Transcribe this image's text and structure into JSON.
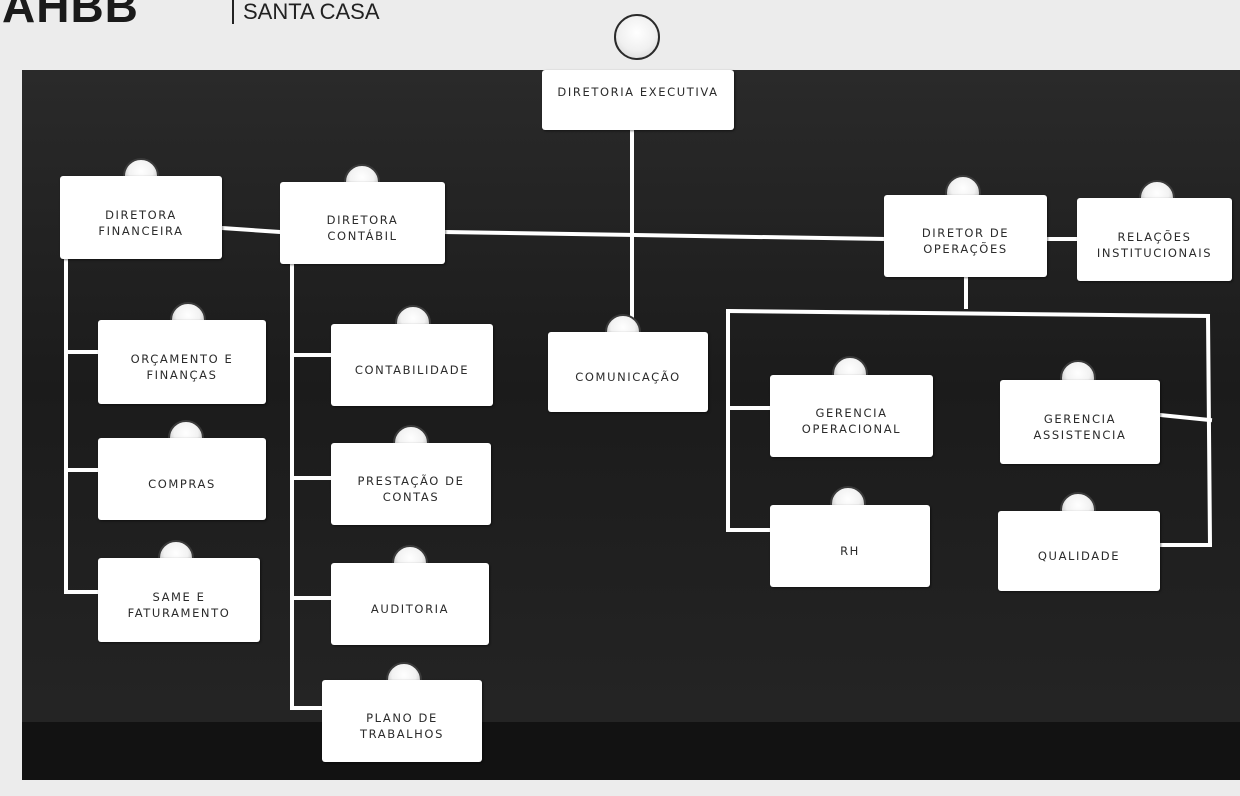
{
  "logo": {
    "mark": "AHBB",
    "subtitle": "SANTA CASA"
  },
  "colors": {
    "background": "#ececec",
    "board": "#222222",
    "box": "#ffffff",
    "line": "#ffffff",
    "text": "#2b2b2b"
  },
  "org_chart": {
    "nodes": [
      {
        "id": "diretoria-executiva",
        "label": "DIRETORIA EXECUTIVA"
      },
      {
        "id": "diretora-financeira",
        "label": "DIRETORA\nFINANCEIRA"
      },
      {
        "id": "diretora-contabil",
        "label": "DIRETORA\nCONTÁBIL"
      },
      {
        "id": "diretor-operacoes",
        "label": "DIRETOR DE\nOPERAÇÕES"
      },
      {
        "id": "relacoes-institucionais",
        "label": "RELAÇÕES\nINSTITUCIONAIS"
      },
      {
        "id": "orcamento-financas",
        "label": "ORÇAMENTO E\nFINANÇAS"
      },
      {
        "id": "compras",
        "label": "COMPRAS"
      },
      {
        "id": "same-faturamento",
        "label": "SAME E\nFATURAMENTO"
      },
      {
        "id": "contabilidade",
        "label": "CONTABILIDADE"
      },
      {
        "id": "prestacao-contas",
        "label": "PRESTAÇÃO DE\nCONTAS"
      },
      {
        "id": "auditoria",
        "label": "AUDITORIA"
      },
      {
        "id": "plano-trabalhos",
        "label": "PLANO DE\nTRABALHOS"
      },
      {
        "id": "comunicacao",
        "label": "COMUNICAÇÃO"
      },
      {
        "id": "gerencia-operacional",
        "label": "GERENCIA\nOPERACIONAL"
      },
      {
        "id": "gerencia-assistencia",
        "label": "GERENCIA\nASSISTENCIA"
      },
      {
        "id": "rh",
        "label": "RH"
      },
      {
        "id": "qualidade",
        "label": "QUALIDADE"
      }
    ],
    "edges": [
      [
        "diretoria-executiva",
        "diretora-financeira"
      ],
      [
        "diretoria-executiva",
        "diretora-contabil"
      ],
      [
        "diretoria-executiva",
        "diretor-operacoes"
      ],
      [
        "diretoria-executiva",
        "relacoes-institucionais"
      ],
      [
        "diretoria-executiva",
        "comunicacao"
      ],
      [
        "diretora-financeira",
        "orcamento-financas"
      ],
      [
        "diretora-financeira",
        "compras"
      ],
      [
        "diretora-financeira",
        "same-faturamento"
      ],
      [
        "diretora-contabil",
        "contabilidade"
      ],
      [
        "diretora-contabil",
        "prestacao-contas"
      ],
      [
        "diretora-contabil",
        "auditoria"
      ],
      [
        "diretora-contabil",
        "plano-trabalhos"
      ],
      [
        "diretor-operacoes",
        "gerencia-operacional"
      ],
      [
        "diretor-operacoes",
        "gerencia-assistencia"
      ],
      [
        "diretor-operacoes",
        "rh"
      ],
      [
        "diretor-operacoes",
        "qualidade"
      ]
    ]
  }
}
